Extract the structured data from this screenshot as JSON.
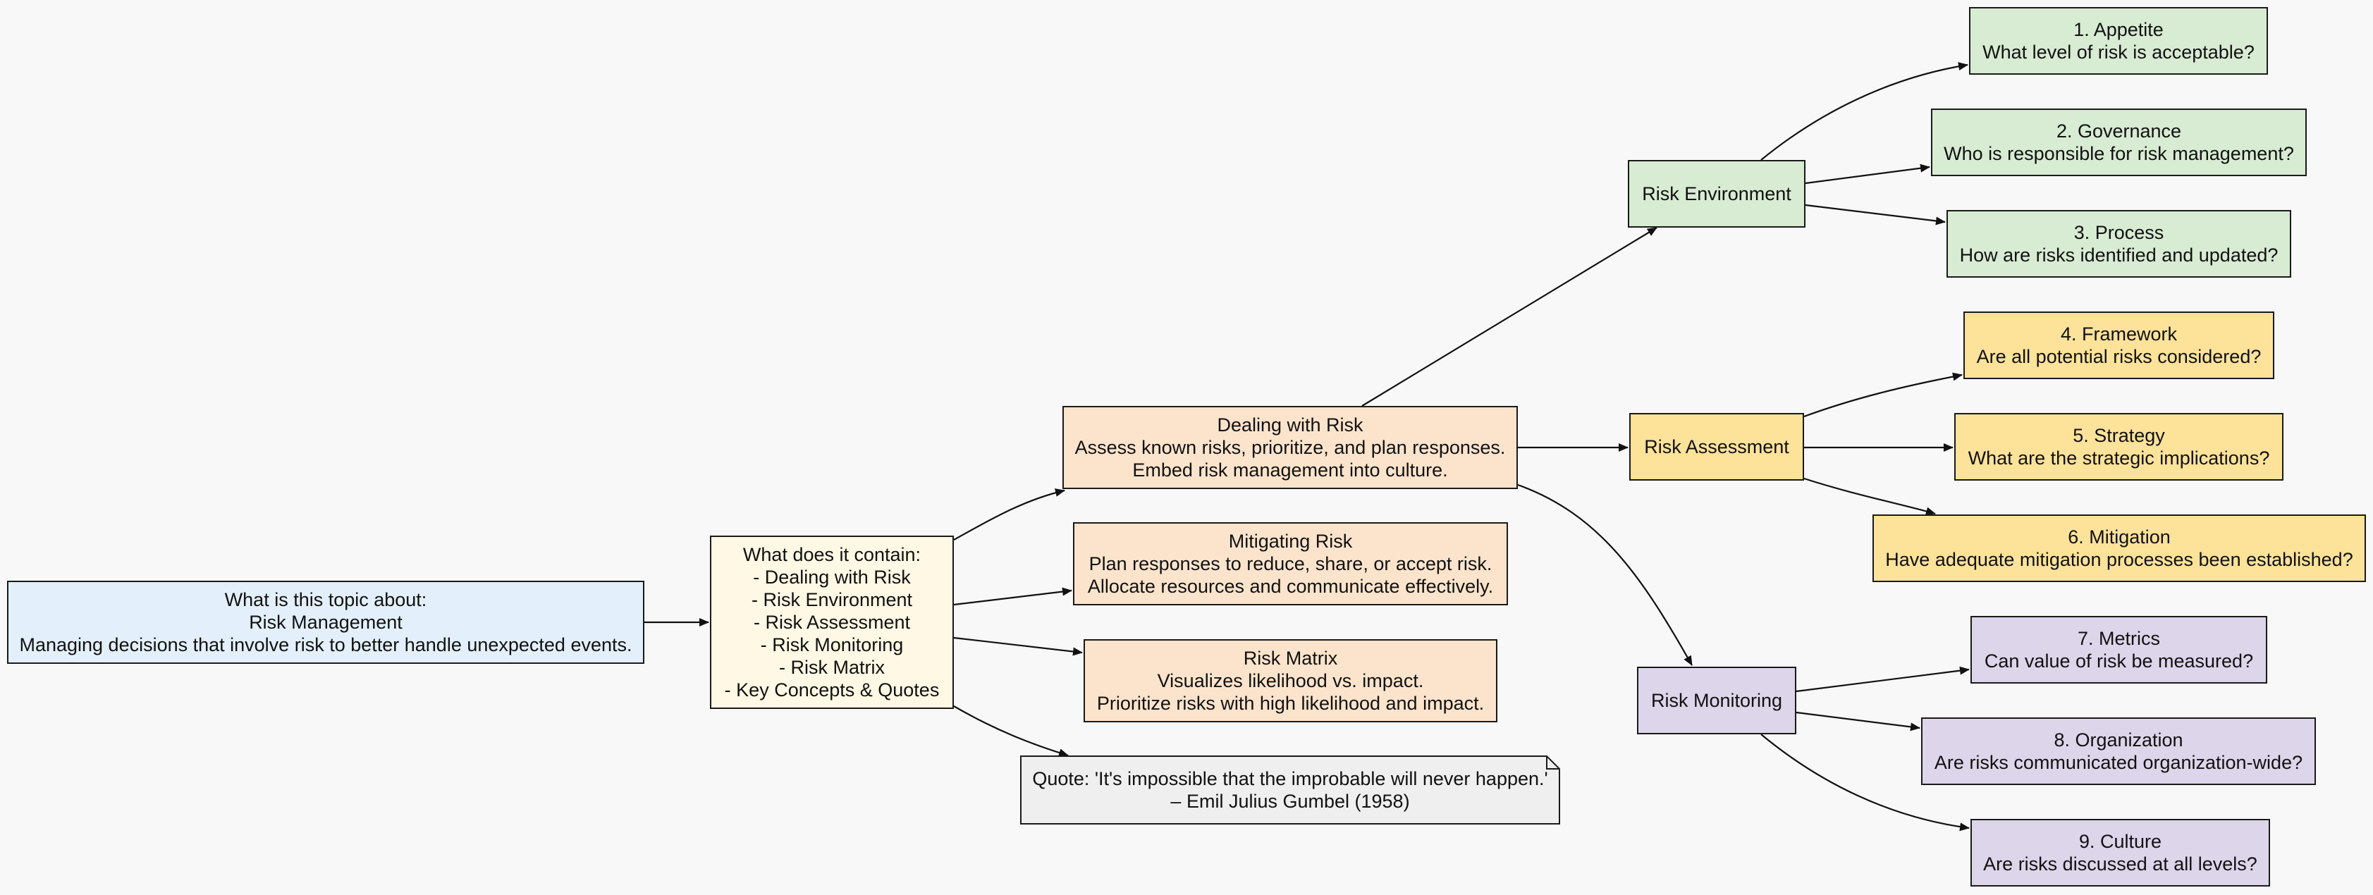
{
  "nodes": {
    "topic": {
      "lines": [
        "What is this topic about:",
        "Risk Management",
        "Managing decisions that involve risk to better handle unexpected events."
      ]
    },
    "contents": {
      "lines": [
        "What does it contain:",
        "- Dealing with Risk",
        "- Risk Environment",
        "- Risk Assessment",
        "- Risk Monitoring",
        "- Risk Matrix",
        "- Key Concepts & Quotes"
      ]
    },
    "dealing": {
      "lines": [
        "Dealing with Risk",
        "Assess known risks, prioritize, and plan responses.",
        "Embed risk management into culture."
      ]
    },
    "mitigating": {
      "lines": [
        "Mitigating Risk",
        "Plan responses to reduce, share, or accept risk.",
        "Allocate resources and communicate effectively."
      ]
    },
    "matrix": {
      "lines": [
        "Risk Matrix",
        "Visualizes likelihood vs. impact.",
        "Prioritize risks with high likelihood and impact."
      ]
    },
    "quote": {
      "lines": [
        "Quote: 'It's impossible that the improbable will never happen.'",
        "– Emil Julius Gumbel (1958)"
      ]
    },
    "environment": {
      "lines": [
        "Risk Environment"
      ]
    },
    "assessment": {
      "lines": [
        "Risk Assessment"
      ]
    },
    "monitoring": {
      "lines": [
        "Risk Monitoring"
      ]
    },
    "appetite": {
      "lines": [
        "1. Appetite",
        "What level of risk is acceptable?"
      ]
    },
    "governance": {
      "lines": [
        "2. Governance",
        "Who is responsible for risk management?"
      ]
    },
    "process": {
      "lines": [
        "3. Process",
        "How are risks identified and updated?"
      ]
    },
    "framework": {
      "lines": [
        "4. Framework",
        "Are all potential risks considered?"
      ]
    },
    "strategy": {
      "lines": [
        "5. Strategy",
        "What are the strategic implications?"
      ]
    },
    "mitigation": {
      "lines": [
        "6. Mitigation",
        "Have adequate mitigation processes been established?"
      ]
    },
    "metrics": {
      "lines": [
        "7. Metrics",
        "Can value of risk be measured?"
      ]
    },
    "organization": {
      "lines": [
        "8. Organization",
        "Are risks communicated organization-wide?"
      ]
    },
    "culture": {
      "lines": [
        "9. Culture",
        "Are risks discussed at all levels?"
      ]
    }
  },
  "colors": {
    "topic": "#e3f0fc",
    "contents": "#fff8e4",
    "dealing_branch": "#fce4cc",
    "environment_branch": "#d8ebd3",
    "assessment_branch": "#fde29a",
    "monitoring_branch": "#ddd5ea",
    "quote": "#efefef"
  },
  "edges": [
    [
      "topic",
      "contents"
    ],
    [
      "contents",
      "dealing"
    ],
    [
      "contents",
      "mitigating"
    ],
    [
      "contents",
      "matrix"
    ],
    [
      "contents",
      "quote"
    ],
    [
      "dealing",
      "environment"
    ],
    [
      "dealing",
      "assessment"
    ],
    [
      "dealing",
      "monitoring"
    ],
    [
      "environment",
      "appetite"
    ],
    [
      "environment",
      "governance"
    ],
    [
      "environment",
      "process"
    ],
    [
      "assessment",
      "framework"
    ],
    [
      "assessment",
      "strategy"
    ],
    [
      "assessment",
      "mitigation"
    ],
    [
      "monitoring",
      "metrics"
    ],
    [
      "monitoring",
      "organization"
    ],
    [
      "monitoring",
      "culture"
    ]
  ]
}
